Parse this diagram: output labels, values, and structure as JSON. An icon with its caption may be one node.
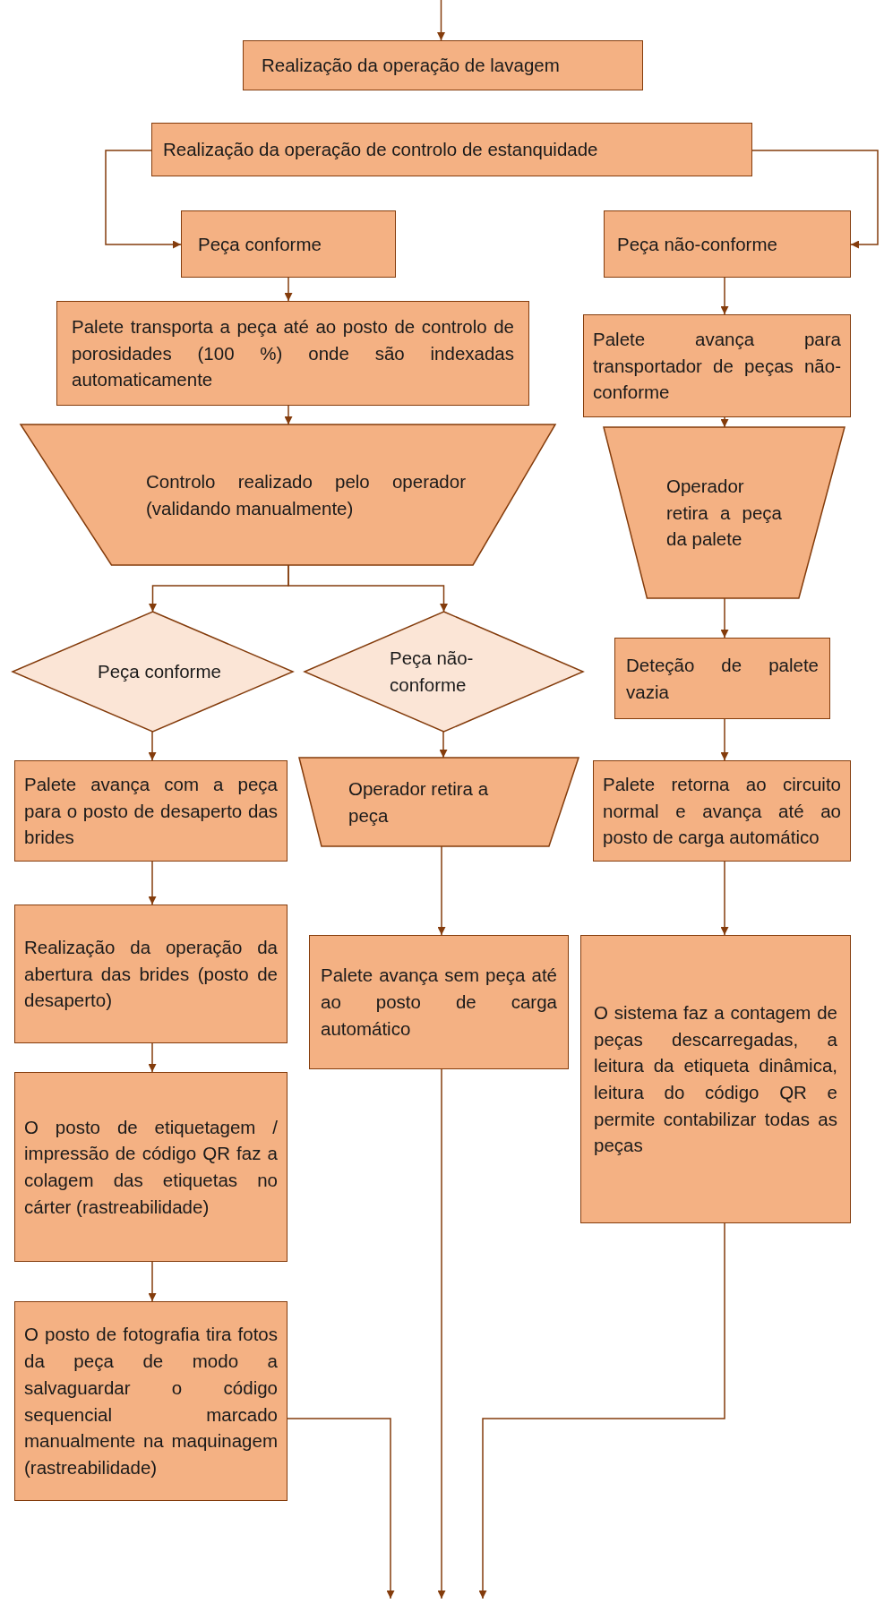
{
  "diagram": {
    "nodes": [
      {
        "text": [
          "Realização da operação de lavagem"
        ]
      },
      {
        "text": [
          "Realização da operação de controlo de estanquidade"
        ]
      },
      {
        "text": [
          "Peça conforme"
        ]
      },
      {
        "text": [
          "Peça não-conforme"
        ]
      },
      {
        "text": [
          "Palete transporta a peça até ao posto de controlo de porosidades (100 %) onde são indexadas automaticamente"
        ]
      },
      {
        "text": [
          "Controlo realizado pelo operador (validando manualmente)"
        ]
      },
      {
        "text": [
          "Peça conforme"
        ]
      },
      {
        "text": [
          "Peça não-conforme"
        ]
      },
      {
        "text": [
          "Palete avança com a peça para o posto de desaperto das brides"
        ]
      },
      {
        "text": [
          "Realização da operação da abertura das brides (posto de desaperto)"
        ]
      },
      {
        "text": [
          "O posto de etiquetagem / impressão de código QR faz a colagem das etiquetas no cárter (rastreabilidade)"
        ]
      },
      {
        "text": [
          "O posto de fotografia tira fotos da peça de modo a salvaguardar o código sequencial marcado manualmente na maquinagem (rastreabilidade)"
        ]
      },
      {
        "text": [
          "Operador retira a peça"
        ]
      },
      {
        "text": [
          "Palete avança sem peça até ao posto de carga automático"
        ]
      },
      {
        "text": [
          "Palete avança para transportador de peças não-conforme"
        ]
      },
      {
        "text": [
          "Operador retira a peça da palete"
        ]
      },
      {
        "text": [
          "Deteção de palete vazia"
        ]
      },
      {
        "text": [
          "Palete retorna ao circuito normal e avança até ao posto de carga automático"
        ]
      },
      {
        "text": [
          "O sistema faz a contagem de peças descarregadas, a leitura da etiqueta dinâmica, leitura do código QR e permite contabilizar todas as peças"
        ]
      }
    ],
    "edges": [
      {
        "from": null,
        "to": 0,
        "arrow": "to"
      },
      {
        "from": 1,
        "to": 2,
        "arrow": "to"
      },
      {
        "from": 1,
        "to": 3,
        "arrow": "to"
      },
      {
        "from": 2,
        "to": 4,
        "arrow": "to"
      },
      {
        "from": 4,
        "to": 5,
        "arrow": "to"
      },
      {
        "from": 5,
        "to": 6,
        "arrow": "to"
      },
      {
        "from": 5,
        "to": 7,
        "arrow": "to"
      },
      {
        "from": 6,
        "to": 8,
        "arrow": "to"
      },
      {
        "from": 8,
        "to": 9,
        "arrow": "to"
      },
      {
        "from": 9,
        "to": 10,
        "arrow": "to"
      },
      {
        "from": 10,
        "to": 11,
        "arrow": "to"
      },
      {
        "from": 11,
        "to": null,
        "arrow": "to"
      },
      {
        "from": 7,
        "to": 12,
        "arrow": "to"
      },
      {
        "from": 12,
        "to": 13,
        "arrow": "to"
      },
      {
        "from": 13,
        "to": null,
        "arrow": "to"
      },
      {
        "from": 3,
        "to": 14,
        "arrow": "to"
      },
      {
        "from": 14,
        "to": 15,
        "arrow": "to"
      },
      {
        "from": 15,
        "to": 16,
        "arrow": "to"
      },
      {
        "from": 16,
        "to": 17,
        "arrow": "to"
      },
      {
        "from": 17,
        "to": 18,
        "arrow": "to"
      },
      {
        "from": 18,
        "to": null,
        "arrow": "to"
      }
    ]
  }
}
